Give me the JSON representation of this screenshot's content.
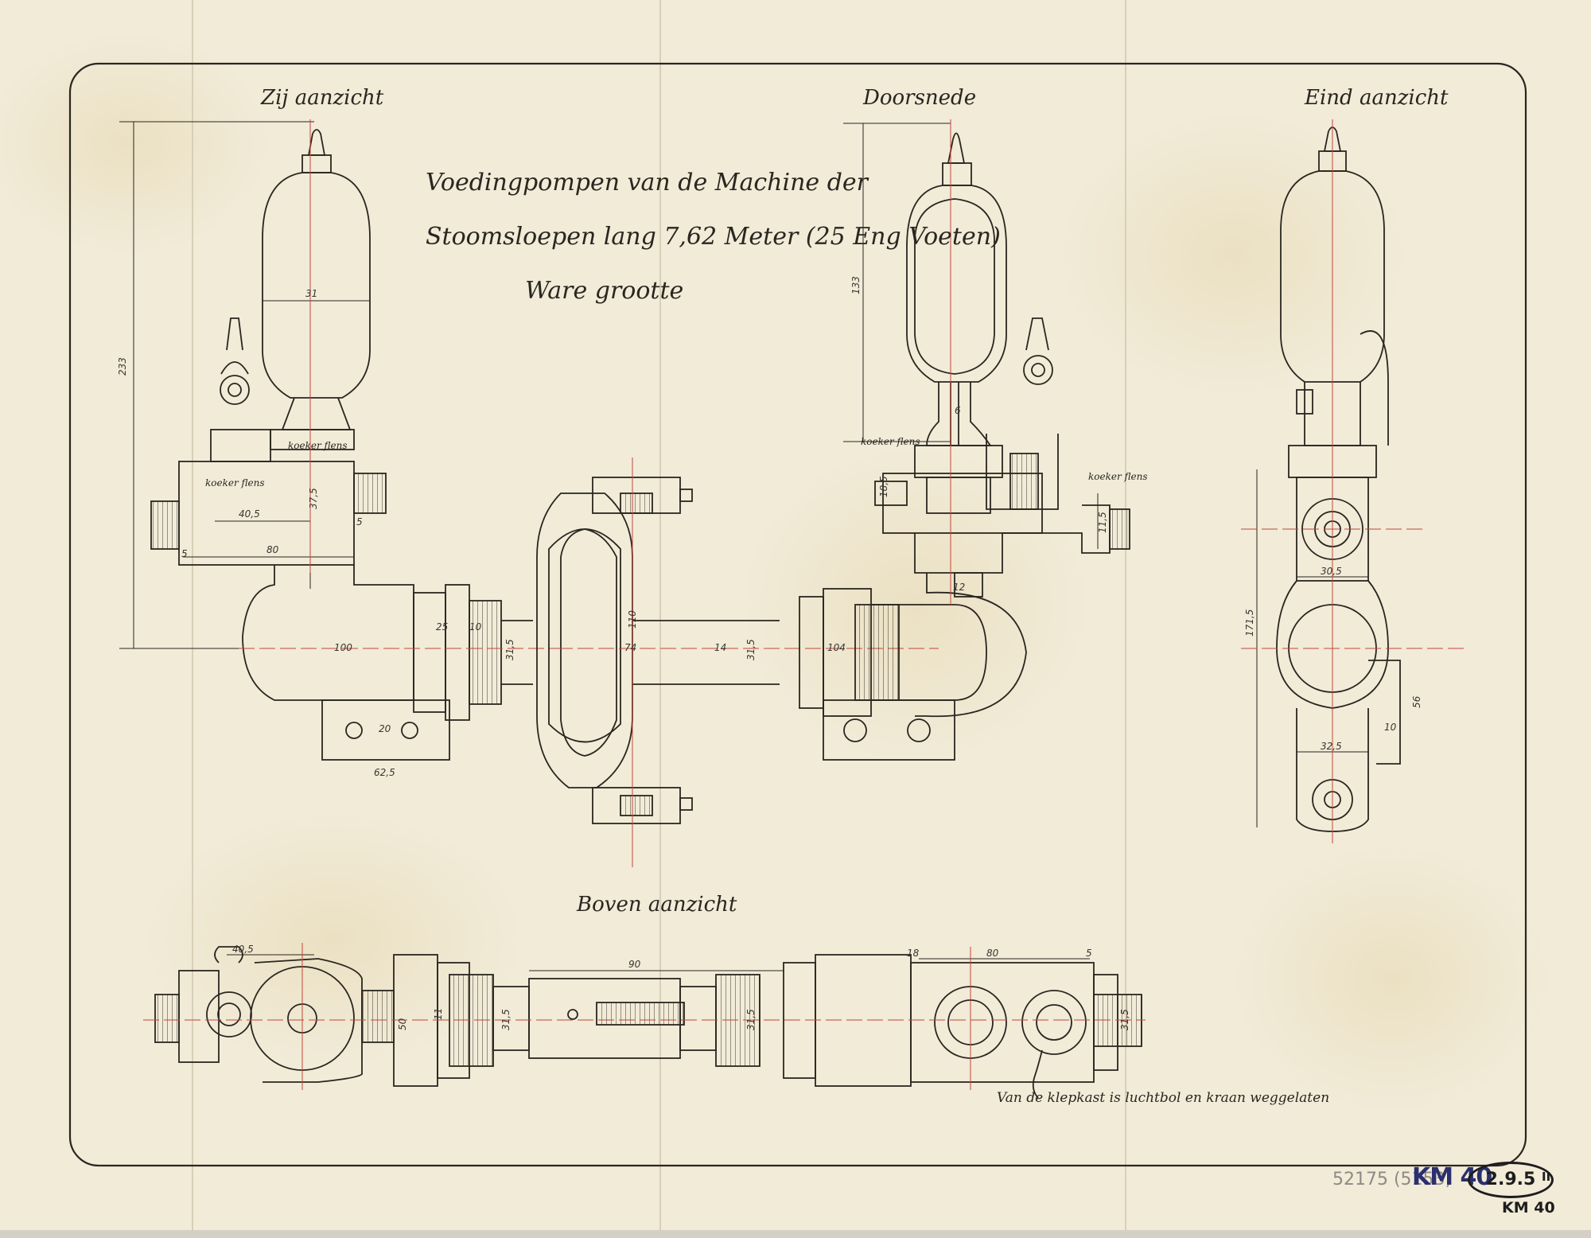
{
  "views": {
    "side": "Zij aanzicht",
    "section": "Doorsnede",
    "end": "Eind aanzicht",
    "top": "Boven aanzicht"
  },
  "title": {
    "line1": "Voedingpompen van de Machine der",
    "line2": "Stoomsloepen lang 7,62 Meter (25 Eng Voeten)",
    "line3": "Ware grootte"
  },
  "labels": {
    "koker_side_upper": "koeker flens",
    "koker_side_lower": "koeker flens",
    "koker_section_left": "koeker flens",
    "koker_section_right": "koeker flens",
    "note_bottom": "Van de klepkast is luchtbol en kraan weggelaten"
  },
  "dimensions": {
    "side_total_height": "233",
    "side_bulb_width": "31",
    "side_vertical": "37,5",
    "side_horizontal_a": "40,5",
    "side_horizontal_b": "80",
    "side_small_a": "5",
    "side_small_b": "5",
    "body_left_len": "100",
    "body_left_a": "25",
    "body_left_b": "10",
    "body_left_c": "31,5",
    "center_height": "110",
    "center_width": "74",
    "center_right": "14",
    "body_right_a": "31,5",
    "body_right_len": "104",
    "foot_left_inner": "20",
    "foot_left_total": "62,5",
    "section_height": "133",
    "section_small": "6",
    "section_gap": "12",
    "section_side_a": "18,5",
    "section_side_b": "11,5",
    "end_width": "30,5",
    "end_height": "171,5",
    "end_lower": "32,5",
    "end_small_a": "10",
    "end_small_b": "56",
    "top_left": "40,5",
    "top_center": "90",
    "top_right_a": "80",
    "top_right_b": "18",
    "top_right_c": "5",
    "top_v_a": "31,5",
    "top_v_b": "31,5",
    "top_v_c": "31,5",
    "top_v_d": "50",
    "top_v_e": "11"
  },
  "archive": {
    "pencil": "52175 (5153)",
    "stamp_km": "KM 40",
    "oval": "2.9.5",
    "km_roman": "KM 40",
    "roman": "II"
  },
  "colors": {
    "paper": "#f1ebd8",
    "ink": "#2a2620",
    "red_line": "#c0473a",
    "stamp_blue": "#2b2f6e"
  }
}
